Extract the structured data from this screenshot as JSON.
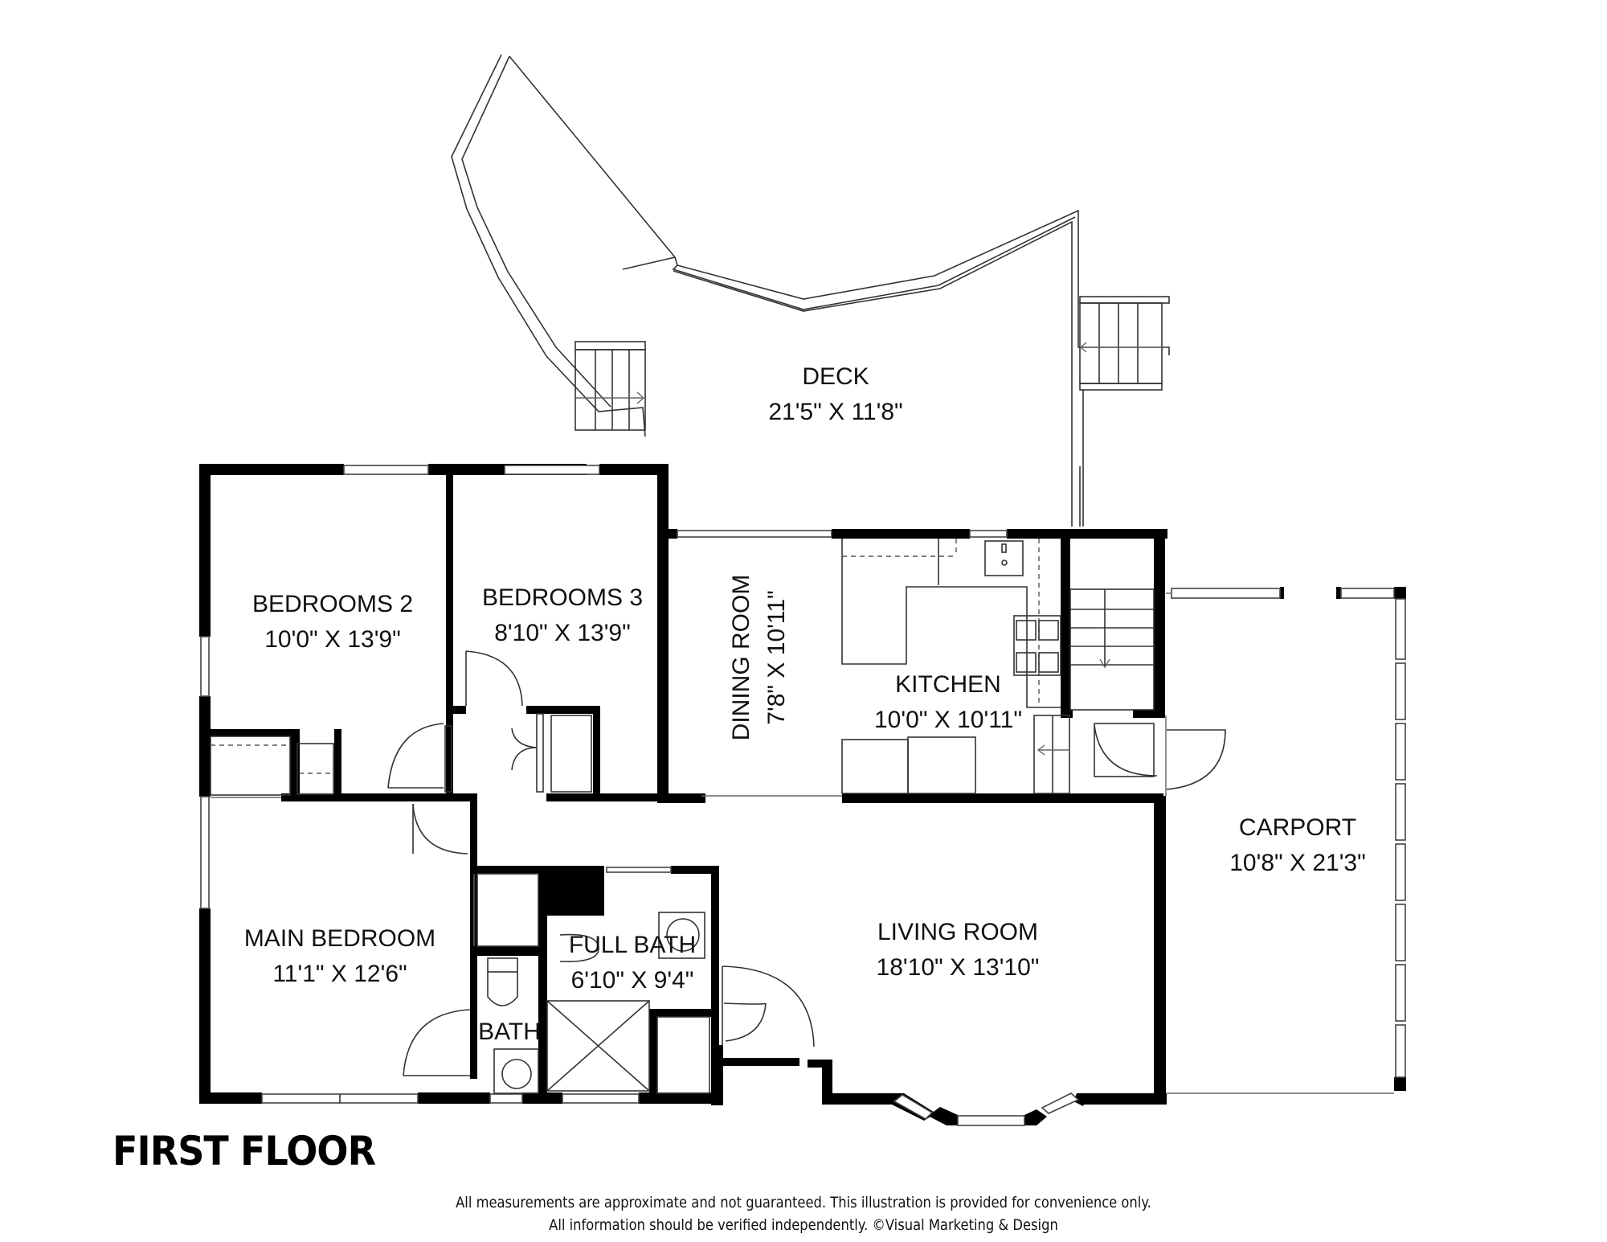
{
  "floor_title": "FIRST FLOOR",
  "rooms": [
    {
      "id": "deck",
      "name": "DECK",
      "dimensions": "21'5\" X 11'8\""
    },
    {
      "id": "bedroom2",
      "name": "BEDROOMS 2",
      "dimensions": "10'0\" X 13'9\""
    },
    {
      "id": "bedroom3",
      "name": "BEDROOMS 3",
      "dimensions": "8'10\" X 13'9\""
    },
    {
      "id": "dining",
      "name": "DINING ROOM",
      "dimensions": "7'8\" X 10'11\""
    },
    {
      "id": "kitchen",
      "name": "KITCHEN",
      "dimensions": "10'0\" X 10'11\""
    },
    {
      "id": "carport",
      "name": "CARPORT",
      "dimensions": "10'8\" X 21'3\""
    },
    {
      "id": "main_bedroom",
      "name": "MAIN BEDROOM",
      "dimensions": "11'1\" X 12'6\""
    },
    {
      "id": "full_bath",
      "name": "FULL BATH",
      "dimensions": "6'10\" X 9'4\""
    },
    {
      "id": "bath",
      "name": "BATH",
      "dimensions": ""
    },
    {
      "id": "living",
      "name": "LIVING ROOM",
      "dimensions": "18'10\" X 13'10\""
    }
  ],
  "disclaimer": {
    "line1": "All measurements are approximate and not guaranteed. This illustration is provided for convenience only.",
    "line2": "All information should be verified independently. ©Visual Marketing & Design"
  },
  "colors": {
    "wall": "#000000",
    "background": "#ffffff",
    "line": "#333333"
  }
}
